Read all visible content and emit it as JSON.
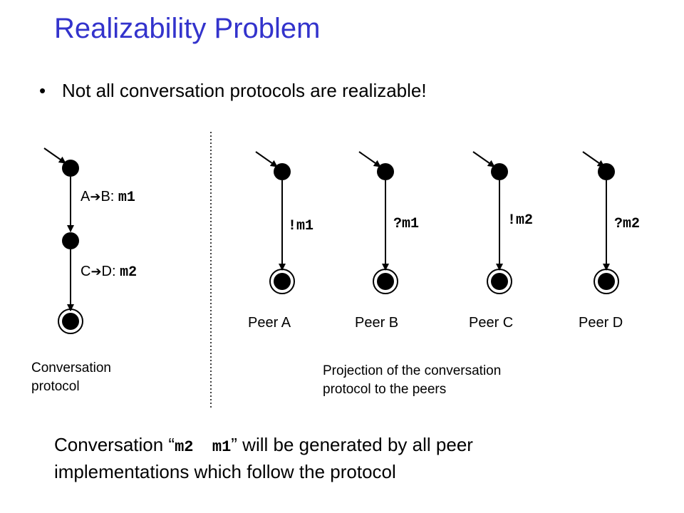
{
  "slide": {
    "title": "Realizability Problem",
    "bullet": "Not all conversation protocols are realizable!"
  },
  "protocol": {
    "t1_prefix": "A",
    "t1_mid": "B: ",
    "t1_msg": "m1",
    "t2_prefix": "C",
    "t2_mid": "D: ",
    "t2_msg": "m2",
    "caption_line1": "Conversation",
    "caption_line2": "protocol"
  },
  "peers": [
    {
      "name": "Peer A",
      "action": "!m1"
    },
    {
      "name": "Peer B",
      "action": "?m1"
    },
    {
      "name": "Peer C",
      "action": "!m2"
    },
    {
      "name": "Peer D",
      "action": "?m2"
    }
  ],
  "projection": {
    "caption_line1": "Projection of the conversation",
    "caption_line2": "protocol to the peers"
  },
  "conclusion": {
    "pre": "Conversation “",
    "code": "m2  m1",
    "post": "” will be generated by all peer",
    "line2": "implementations which follow the protocol"
  }
}
